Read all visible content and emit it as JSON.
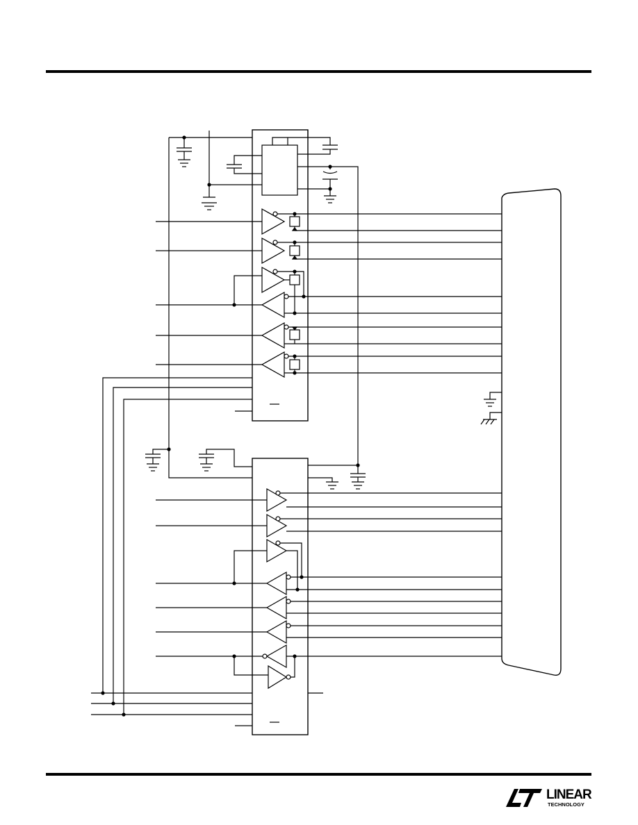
{
  "page": {
    "header_rule": "top-rule",
    "footer_rule": "bottom-rule"
  },
  "diagram": {
    "kind": "schematic",
    "connector": {
      "shape": "D-sub connector"
    },
    "icons": [
      "ground-icon",
      "chassis-ground-icon",
      "capacitor-icon",
      "polarized-capacitor-icon",
      "driver-triangle-icon",
      "receiver-triangle-icon",
      "junction-dot-icon",
      "resistor-box-icon"
    ]
  },
  "logo": {
    "line1": "LINEAR",
    "line2": "TECHNOLOGY",
    "mark": "LT"
  },
  "colors": {
    "ink": "#000000",
    "paper": "#ffffff"
  }
}
